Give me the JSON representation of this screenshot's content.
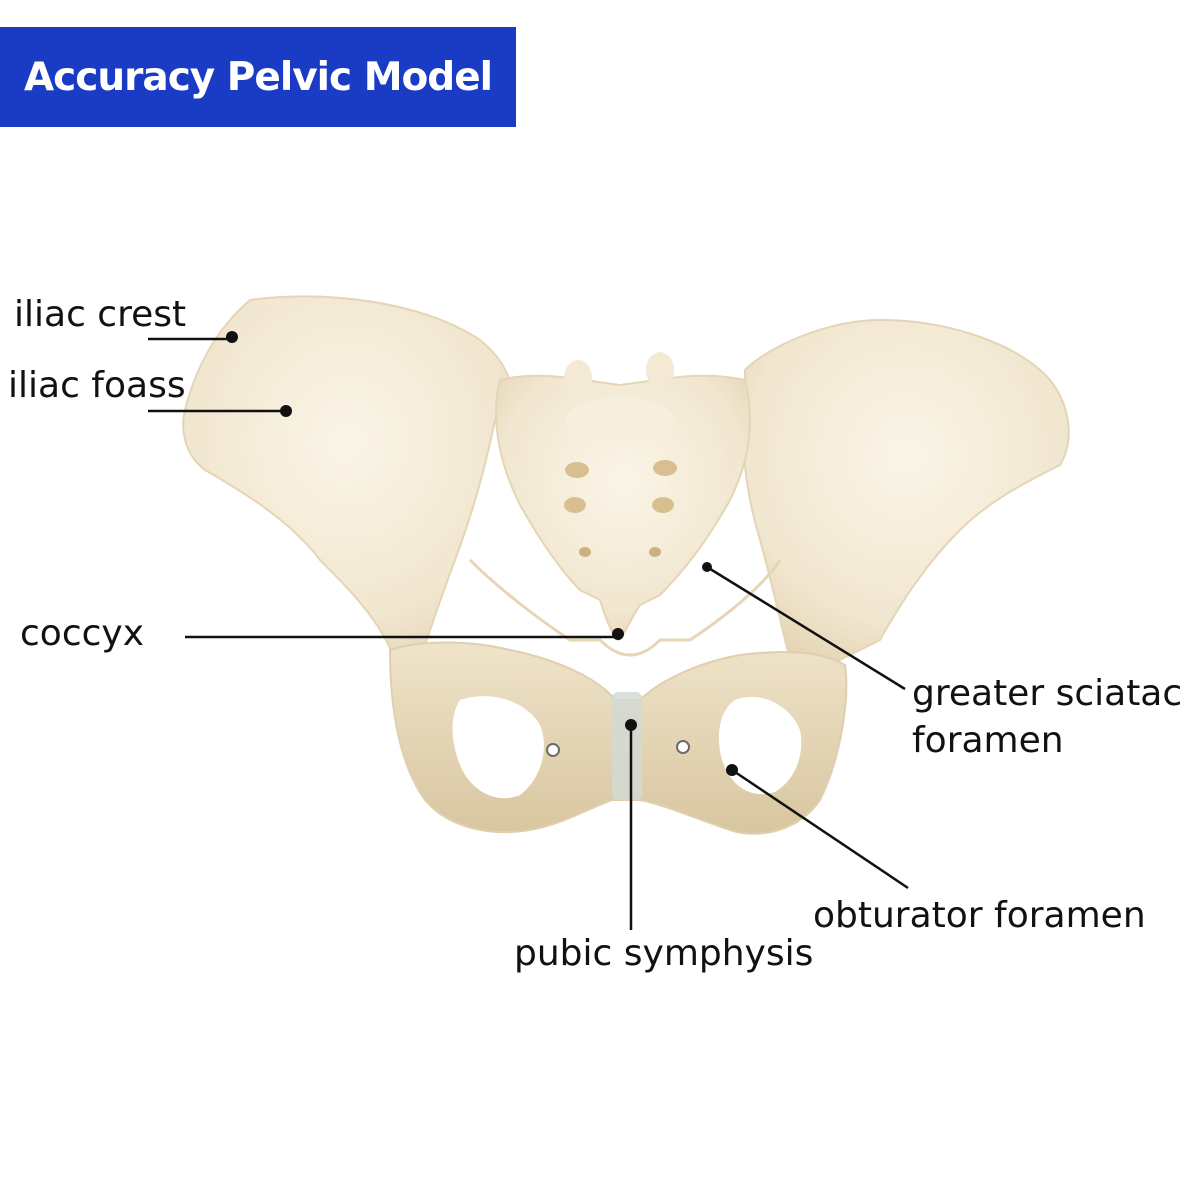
{
  "title": "Accuracy Pelvic Model",
  "colors": {
    "banner": "#1a3bc4",
    "banner_text": "#ffffff",
    "bone": "#f3ead7",
    "bone_shadow": "#d9c9a8",
    "leader": "#111111"
  },
  "labels": {
    "iliac_crest": "iliac crest",
    "iliac_fossa": "iliac foass",
    "coccyx": "coccyx",
    "greater_sciatic_line1": "greater sciatac",
    "greater_sciatic_line2": "foramen",
    "obturator_foramen": "obturator foramen",
    "pubic_symphysis": "pubic symphysis"
  }
}
